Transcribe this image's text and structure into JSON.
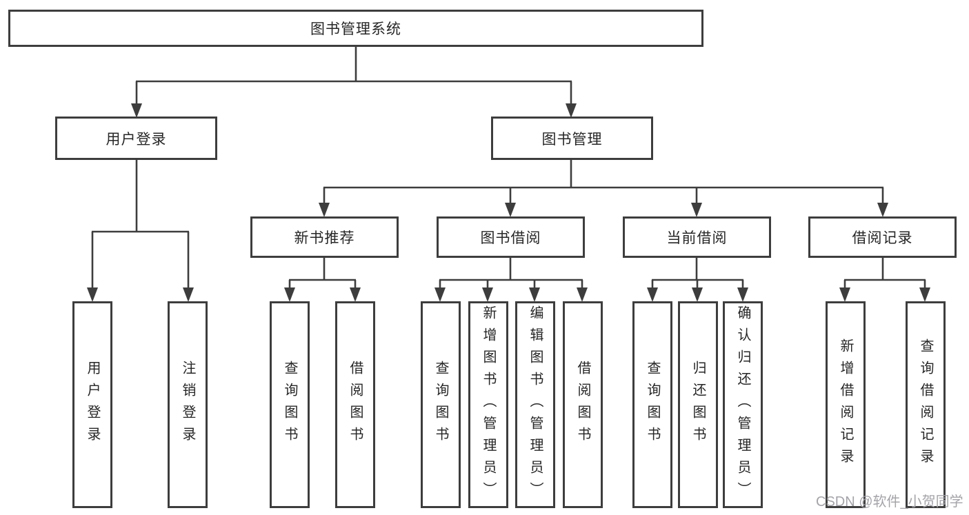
{
  "colors": {
    "line-color": "#3d3d3d",
    "node-border": "#3d3d3d",
    "text-color": "#262626",
    "watermark-color": "#a4a4a9",
    "bg": "#ffffff"
  },
  "diagram": {
    "root": {
      "label": "图书管理系统"
    },
    "level2": [
      {
        "label": "用户登录"
      },
      {
        "label": "图书管理"
      }
    ],
    "level3": [
      {
        "label": "新书推荐"
      },
      {
        "label": "图书借阅"
      },
      {
        "label": "当前借阅"
      },
      {
        "label": "借阅记录"
      }
    ],
    "leaves": {
      "user": [
        {
          "label": "用户登录"
        },
        {
          "label": "注销登录"
        }
      ],
      "recommend": [
        {
          "label": "查询图书"
        },
        {
          "label": "借阅图书"
        }
      ],
      "borrow": [
        {
          "label": "查询图书"
        },
        {
          "label": "新增图书（管理员）"
        },
        {
          "label": "编辑图书（管理员）"
        },
        {
          "label": "借阅图书"
        }
      ],
      "current": [
        {
          "label": "查询图书"
        },
        {
          "label": "归还图书"
        },
        {
          "label": "确认归还（管理员）"
        }
      ],
      "records": [
        {
          "label": "新增借阅记录"
        },
        {
          "label": "查询借阅记录"
        }
      ]
    }
  },
  "watermark": {
    "text": "CSDN @软件_小贺同学"
  }
}
